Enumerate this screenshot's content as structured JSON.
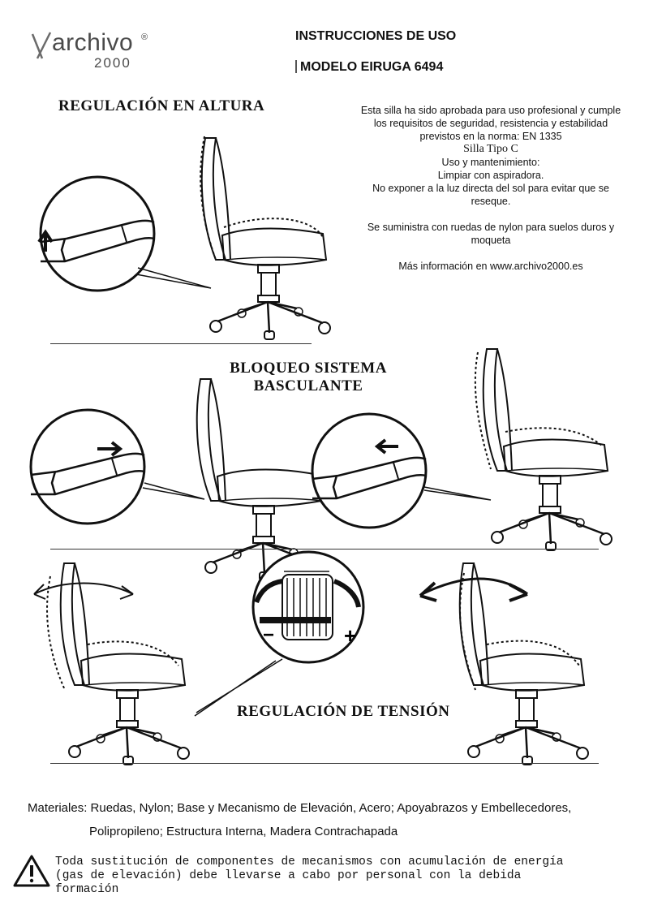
{
  "brand": {
    "name": "archivo",
    "mark": "®",
    "number": "2000"
  },
  "header": {
    "title": "INSTRUCCIONES DE USO",
    "model": "MODELO EIRUGA 6494"
  },
  "sections": {
    "height": "REGULACIÓN EN ALTURA",
    "tilt_lock_line1": "BLOQUEO SISTEMA",
    "tilt_lock_line2": "BASCULANTE",
    "tension": "REGULACIÓN DE TENSIÓN"
  },
  "info": {
    "approval": "Esta silla ha sido aprobada para uso profesional y cumple los requisitos de seguridad, resistencia y estabilidad previstos en la norma: EN 1335",
    "type": "Silla Tipo C",
    "use_title": "Uso y mantenimiento:",
    "clean": "Limpiar con aspiradora.",
    "sun": "No exponer a la luz directa del sol para evitar que se reseque.",
    "wheels": "Se suministra con ruedas de nylon para suelos duros y moqueta",
    "more": "Más información en www.archivo2000.es"
  },
  "tension_signs": {
    "minus": "−",
    "plus": "+"
  },
  "materials": {
    "line1": "Materiales: Ruedas, Nylon; Base y Mecanismo de Elevación, Acero; Apoyabrazos y Embellecedores,",
    "line2": "Polipropileno; Estructura Interna, Madera Contrachapada"
  },
  "warning": {
    "line1": "Toda sustitución de componentes de mecanismos con acumulación de energía",
    "line2": "(gas de elevación) debe llevarse a cabo por personal con la debida",
    "line3": "formación"
  },
  "icons": [
    "archivo-logo-icon",
    "chair-icon",
    "lever-icon",
    "arrow-up-icon",
    "arrow-right-icon",
    "arrow-left-icon",
    "double-arrow-icon",
    "tension-knob-icon",
    "warning-triangle-icon"
  ]
}
